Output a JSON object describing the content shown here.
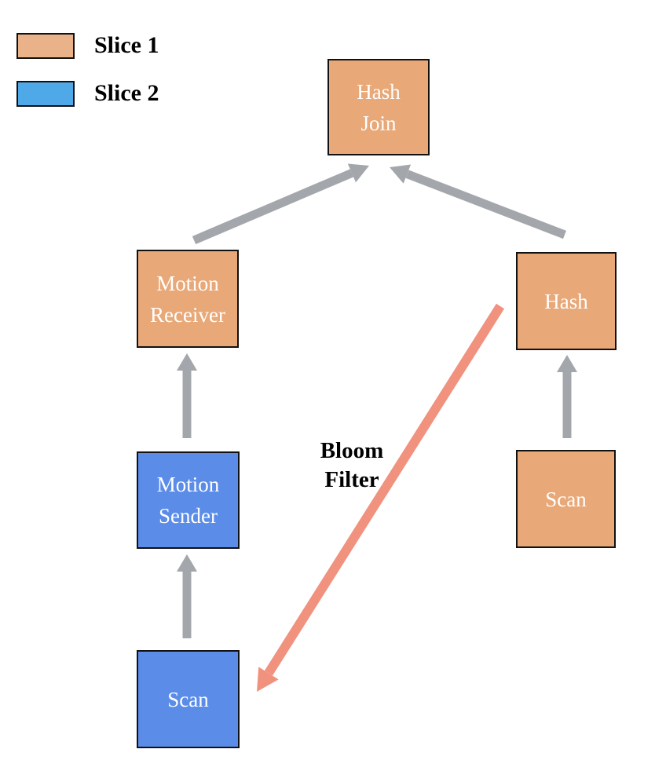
{
  "colors": {
    "slice1": "#E8A878",
    "slice2": "#5B8DE8",
    "legend_slice1": "#E9B289",
    "legend_slice2": "#4FA9E8",
    "arrow_gray": "#A3A7AC",
    "arrow_salmon": "#F0927E",
    "node_border": "#111111",
    "node_text": "#FFFFFF",
    "label_text": "#000000"
  },
  "legend": {
    "items": [
      {
        "label": "Slice 1",
        "slice": 1
      },
      {
        "label": "Slice 2",
        "slice": 2
      }
    ]
  },
  "nodes": [
    {
      "id": "hash-join",
      "label": "Hash Join",
      "lines": [
        "Hash",
        "Join"
      ],
      "slice": 1
    },
    {
      "id": "motion-receiver",
      "label": "Motion Receiver",
      "lines": [
        "Motion",
        "Receiver"
      ],
      "slice": 1
    },
    {
      "id": "hash",
      "label": "Hash",
      "lines": [
        "Hash"
      ],
      "slice": 1
    },
    {
      "id": "motion-sender",
      "label": "Motion Sender",
      "lines": [
        "Motion",
        "Sender"
      ],
      "slice": 2
    },
    {
      "id": "scan-slice1",
      "label": "Scan",
      "lines": [
        "Scan"
      ],
      "slice": 1
    },
    {
      "id": "scan-slice2",
      "label": "Scan",
      "lines": [
        "Scan"
      ],
      "slice": 2
    }
  ],
  "edges": [
    {
      "from": "motion-receiver",
      "to": "hash-join",
      "kind": "flow"
    },
    {
      "from": "hash",
      "to": "hash-join",
      "kind": "flow"
    },
    {
      "from": "motion-sender",
      "to": "motion-receiver",
      "kind": "flow"
    },
    {
      "from": "scan-slice2",
      "to": "motion-sender",
      "kind": "flow"
    },
    {
      "from": "scan-slice1",
      "to": "hash",
      "kind": "flow"
    },
    {
      "from": "hash",
      "to": "scan-slice2",
      "kind": "bloom-filter"
    }
  ],
  "edge_label": {
    "lines": [
      "Bloom",
      "Filter"
    ]
  }
}
